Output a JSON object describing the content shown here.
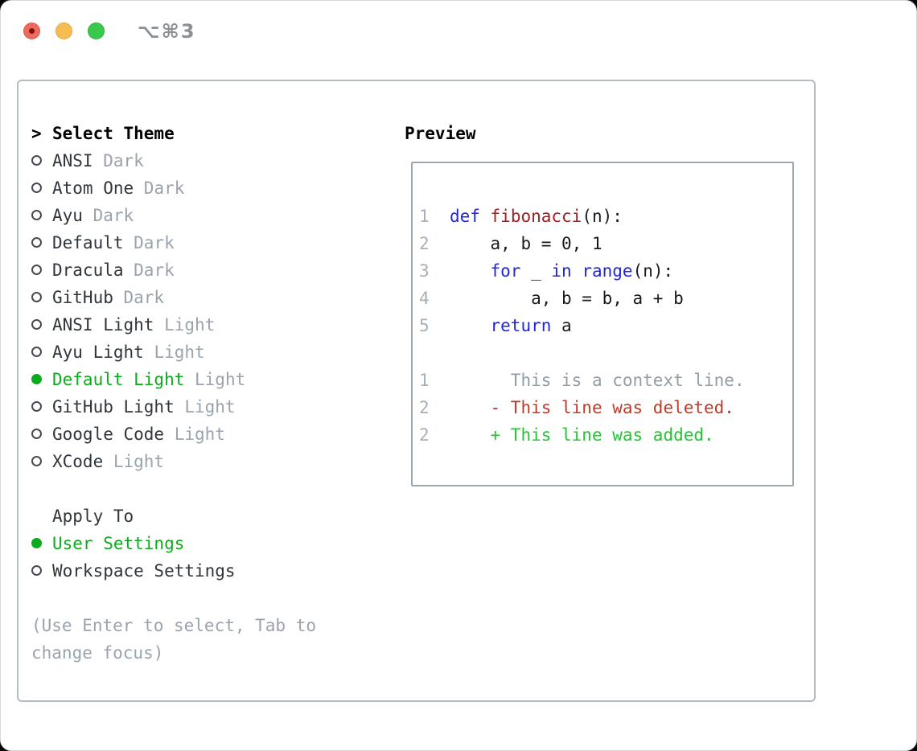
{
  "window": {
    "title": "⌥⌘3",
    "traffic_lights": [
      {
        "name": "close",
        "color": "#ee6a5e"
      },
      {
        "name": "minimize",
        "color": "#f5bd4f"
      },
      {
        "name": "zoom",
        "color": "#38c84c"
      }
    ]
  },
  "theme_list": {
    "header_prefix": ">",
    "header": "Select Theme",
    "items": [
      {
        "name": "ANSI",
        "tag": "Dark",
        "selected": false
      },
      {
        "name": "Atom One",
        "tag": "Dark",
        "selected": false
      },
      {
        "name": "Ayu",
        "tag": "Dark",
        "selected": false
      },
      {
        "name": "Default",
        "tag": "Dark",
        "selected": false
      },
      {
        "name": "Dracula",
        "tag": "Dark",
        "selected": false
      },
      {
        "name": "GitHub",
        "tag": "Dark",
        "selected": false
      },
      {
        "name": "ANSI Light",
        "tag": "Light",
        "selected": false
      },
      {
        "name": "Ayu Light",
        "tag": "Light",
        "selected": false
      },
      {
        "name": "Default Light",
        "tag": "Light",
        "selected": true
      },
      {
        "name": "GitHub Light",
        "tag": "Light",
        "selected": false
      },
      {
        "name": "Google Code",
        "tag": "Light",
        "selected": false
      },
      {
        "name": "XCode",
        "tag": "Light",
        "selected": false
      }
    ]
  },
  "apply_to": {
    "header": "Apply To",
    "options": [
      {
        "name": "User Settings",
        "selected": true
      },
      {
        "name": "Workspace Settings",
        "selected": false
      }
    ]
  },
  "help": {
    "line1": "(Use Enter to select, Tab to",
    "line2": "change focus)"
  },
  "preview": {
    "header": "Preview",
    "lines": [
      [
        {
          "t": "1  ",
          "c": "ln"
        },
        {
          "t": "def",
          "c": "kw"
        },
        {
          "t": " ",
          "c": "pl"
        },
        {
          "t": "fibonacci",
          "c": "fn"
        },
        {
          "t": "(n):",
          "c": "pl"
        }
      ],
      [
        {
          "t": "2  ",
          "c": "ln"
        },
        {
          "t": "    a, b = 0, 1",
          "c": "pl"
        }
      ],
      [
        {
          "t": "3  ",
          "c": "ln"
        },
        {
          "t": "    ",
          "c": "pl"
        },
        {
          "t": "for",
          "c": "kw"
        },
        {
          "t": " _ ",
          "c": "pl"
        },
        {
          "t": "in",
          "c": "kw"
        },
        {
          "t": " ",
          "c": "pl"
        },
        {
          "t": "range",
          "c": "kw"
        },
        {
          "t": "(n):",
          "c": "pl"
        }
      ],
      [
        {
          "t": "4  ",
          "c": "ln"
        },
        {
          "t": "        a, b = b, a + b",
          "c": "pl"
        }
      ],
      [
        {
          "t": "5  ",
          "c": "ln"
        },
        {
          "t": "    ",
          "c": "pl"
        },
        {
          "t": "return",
          "c": "kw"
        },
        {
          "t": " a",
          "c": "pl"
        }
      ],
      [],
      [
        {
          "t": "1",
          "c": "ln"
        },
        {
          "t": "        This is a context line.",
          "c": "ctx"
        }
      ],
      [
        {
          "t": "2",
          "c": "ln"
        },
        {
          "t": "      ",
          "c": "pl"
        },
        {
          "t": "- This line was deleted.",
          "c": "del"
        }
      ],
      [
        {
          "t": "2",
          "c": "ln"
        },
        {
          "t": "      ",
          "c": "pl"
        },
        {
          "t": "+ This line was added.",
          "c": "add"
        }
      ]
    ]
  },
  "colors": {
    "selected_green": "#0cab1d",
    "added_green": "#1ec82e",
    "deleted_red": "#c23a26",
    "keyword_blue": "#2125dd",
    "function_red": "#a31f1f",
    "muted_gray": "#9aa3ad",
    "line_number_gray": "#a6b0ba",
    "panel_border": "#b3bbc4",
    "preview_border": "#9ca7b2"
  }
}
